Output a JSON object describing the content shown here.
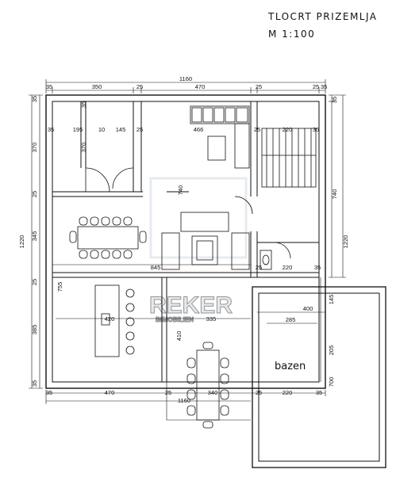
{
  "title": {
    "line1": "TLOCRT PRIZEMLJA",
    "line2": "M 1:100"
  },
  "pool": {
    "label": "bazen"
  },
  "watermark": {
    "text": "REKER",
    "subtext": "IMMOBILIEN"
  },
  "dimensions": {
    "top_total": "1160",
    "top_chain": [
      "35",
      "350",
      "25",
      "470",
      "25",
      "25",
      "35"
    ],
    "row2": [
      "35",
      "195",
      "10",
      "145",
      "25",
      "466",
      "25",
      "220",
      "35"
    ],
    "left_total": "1220",
    "left_chain": [
      "35",
      "370",
      "25",
      "345",
      "25",
      "385",
      "35"
    ],
    "right_total": "1220",
    "right_chain": [
      "35",
      "740"
    ],
    "inner_v": [
      "370",
      "35",
      "740",
      "755",
      "410"
    ],
    "mid": [
      "845",
      "25",
      "220",
      "35",
      "400",
      "145",
      "285",
      "205",
      "700",
      "420",
      "335"
    ],
    "bottom_total": "1160",
    "bottom_chain": [
      "35",
      "470",
      "25",
      "340",
      "25",
      "220",
      "35"
    ]
  }
}
